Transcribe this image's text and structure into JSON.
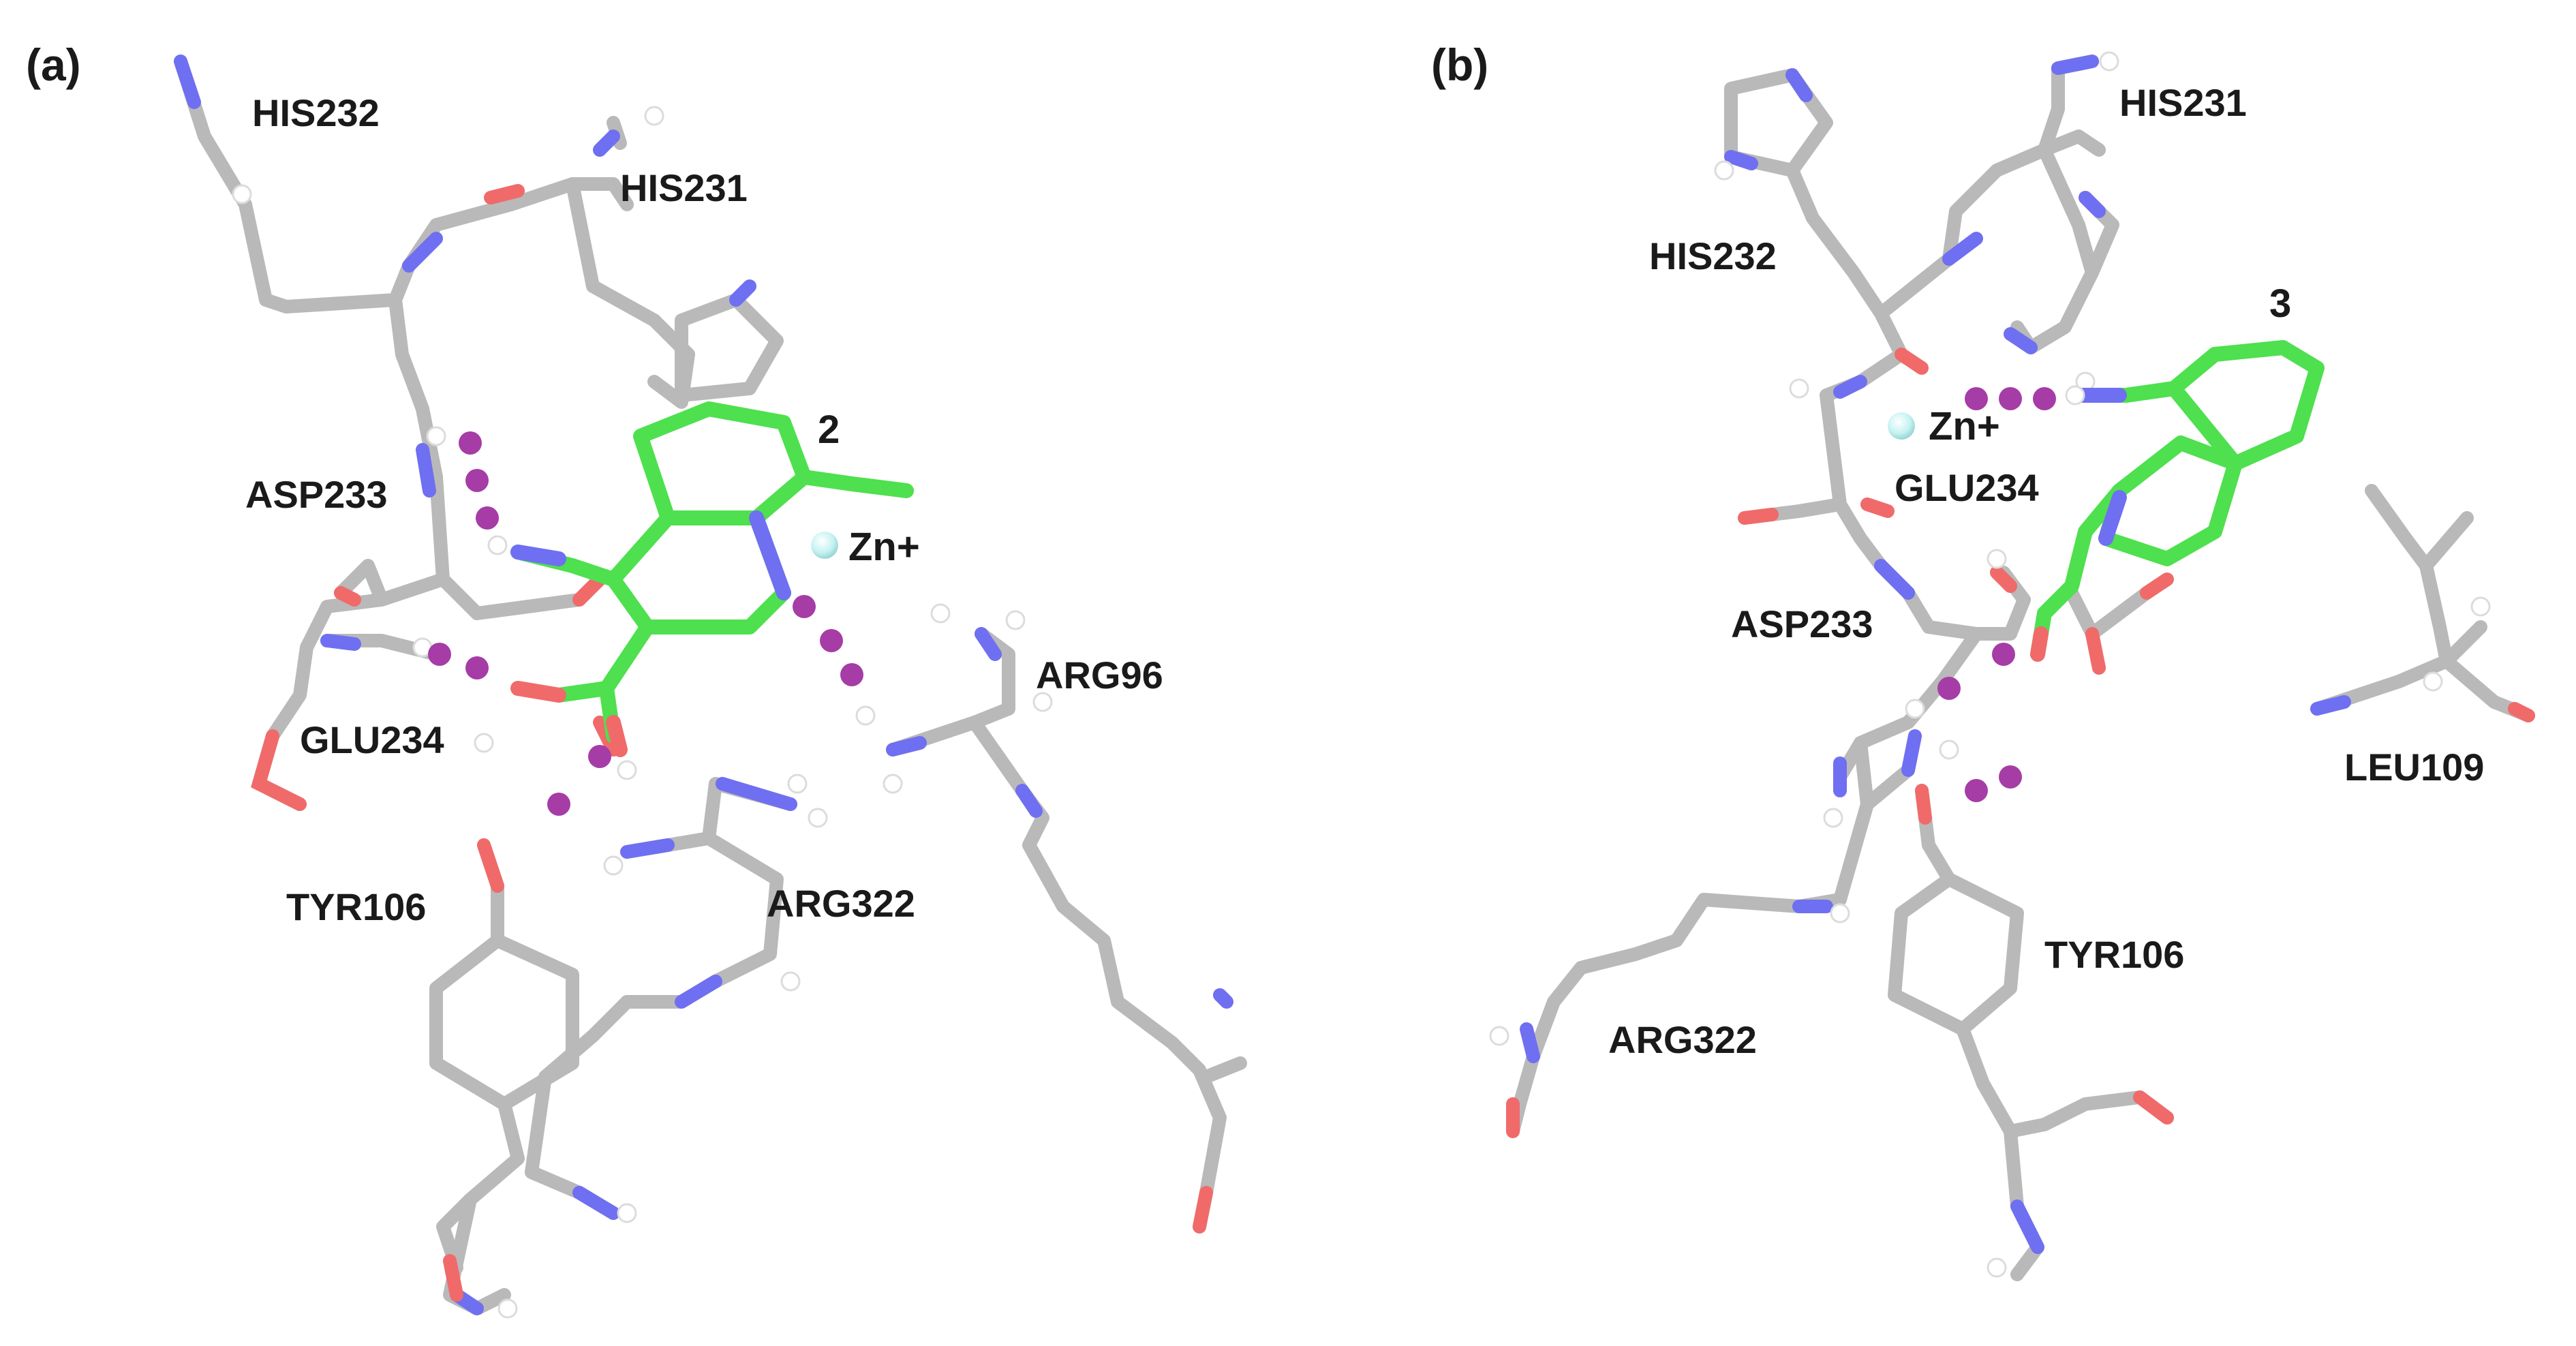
{
  "panels": [
    {
      "letter": "(a)",
      "ligand_label": "2",
      "ion_label": "Zn+",
      "residues": {
        "his232": "HIS232",
        "his231": "HIS231",
        "asp233": "ASP233",
        "glu234": "GLU234",
        "arg96": "ARG96",
        "tyr106": "TYR106",
        "arg322": "ARG322"
      }
    },
    {
      "letter": "(b)",
      "ligand_label": "3",
      "ion_label": "Zn+",
      "residues": {
        "his231": "HIS231",
        "his232": "HIS232",
        "glu234": "GLU234",
        "asp233": "ASP233",
        "leu109": "LEU109",
        "tyr106": "TYR106",
        "arg322": "ARG322"
      }
    }
  ],
  "colors": {
    "carbon_residue": "#b9b9b9",
    "carbon_ligand": "#4ee04e",
    "nitrogen": "#6f6ff2",
    "oxygen": "#f06a6a",
    "hydrogen": "#ffffff",
    "zinc": "#bff0f0",
    "hbond": "#a63ca6",
    "text": "#1a1a1a"
  },
  "legend_semantics": {
    "dotted_contacts": "hydrogen-bond-contacts",
    "sphere": "zinc-ion"
  }
}
